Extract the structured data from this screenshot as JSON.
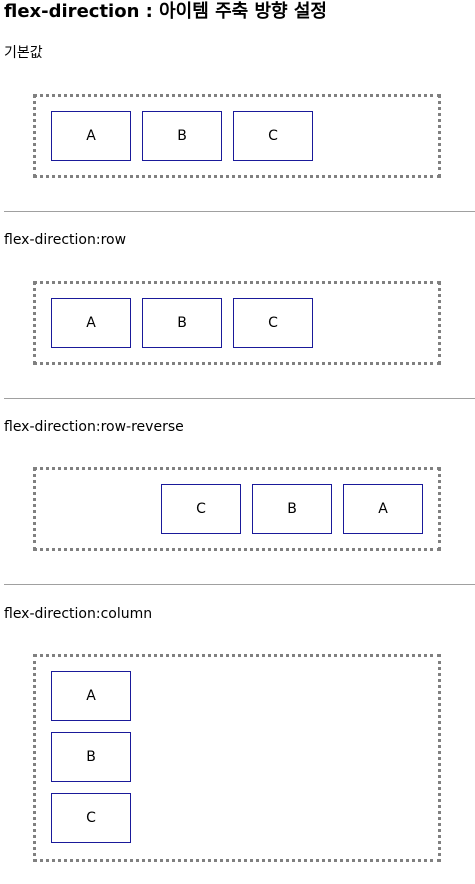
{
  "title": "flex-direction : 아이템 주축 방향 설정",
  "sections": [
    {
      "label": "기본값",
      "items": [
        "A",
        "B",
        "C"
      ]
    },
    {
      "label": "flex-direction:row",
      "items": [
        "A",
        "B",
        "C"
      ]
    },
    {
      "label": "flex-direction:row-reverse",
      "items": [
        "A",
        "B",
        "C"
      ]
    },
    {
      "label": "flex-direction:column",
      "items": [
        "A",
        "B",
        "C"
      ]
    }
  ],
  "colors": {
    "item_border": "#1a1a9a",
    "container_border": "#808080",
    "divider": "#a0a0a0"
  }
}
